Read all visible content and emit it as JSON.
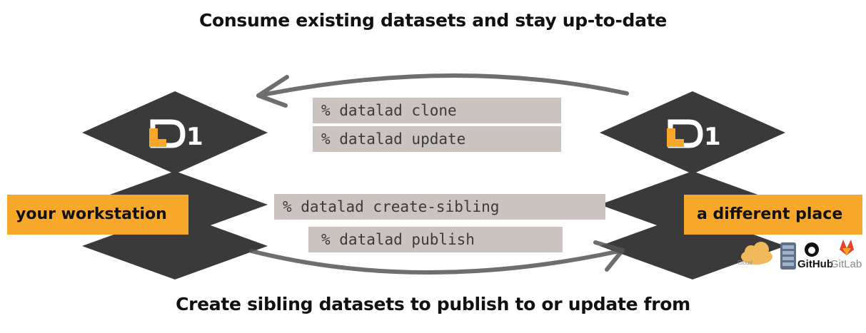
{
  "titles": {
    "top": "Consume existing datasets and stay up-to-date",
    "bottom": "Create sibling datasets to publish to or update from"
  },
  "commands": {
    "clone": "% datalad clone",
    "update": "% datalad update",
    "create_sibling": "% datalad create-sibling",
    "publish": "% datalad publish"
  },
  "places": {
    "left": "your workstation",
    "right": "a different place"
  },
  "logo": {
    "text": "1"
  },
  "hosts": {
    "cloud_label": "Cloud",
    "github": "GitHub",
    "gitlab": "GitLab"
  },
  "colors": {
    "stack": "#3a3a3a",
    "label_bg": "#f7a82a",
    "command_bg": "#cbc3c0",
    "logo_accent": "#f7a82a"
  },
  "icons": [
    "cloud-icon",
    "server-icon",
    "github-icon",
    "gitlab-icon"
  ]
}
